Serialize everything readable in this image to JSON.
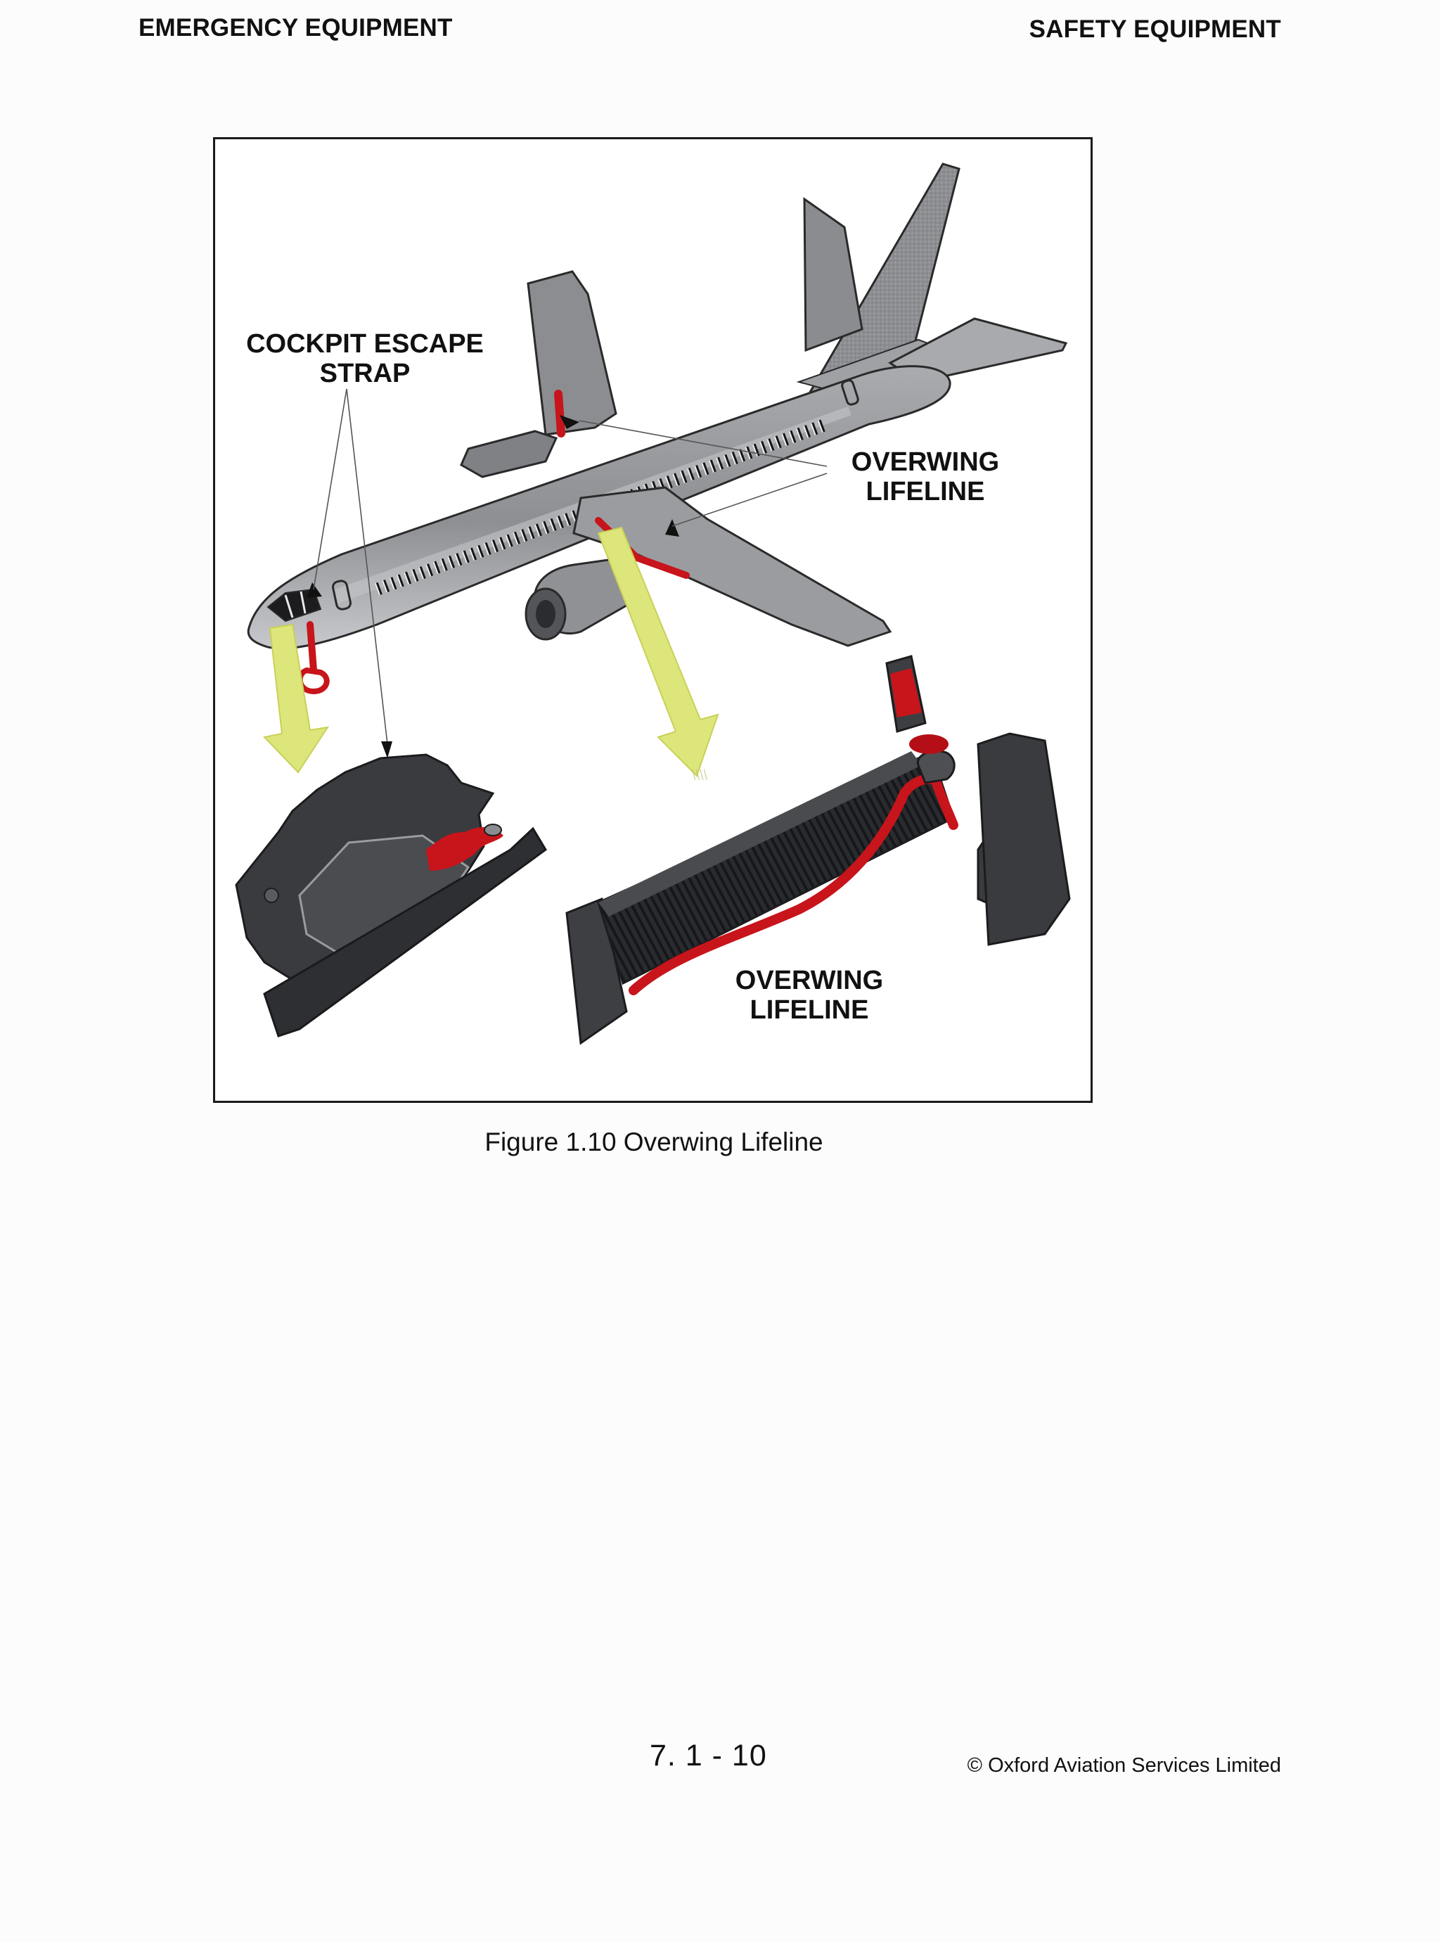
{
  "header": {
    "left_title": "EMERGENCY EQUIPMENT",
    "right_title": "SAFETY EQUIPMENT"
  },
  "figure": {
    "callouts": {
      "cockpit_escape_strap": "COCKPIT ESCAPE\nSTRAP",
      "overwing_lifeline_top": "OVERWING\nLIFELINE",
      "overwing_lifeline_bottom": "OVERWING\nLIFELINE"
    },
    "caption": "Figure 1.10 Overwing Lifeline",
    "colors": {
      "strap_red": "#c8141b",
      "arrow_yellow": "#dde67a",
      "fuselage_grey": "#8e9094",
      "fitting_dark": "#3d3e42"
    }
  },
  "footer": {
    "page_number": "7. 1 - 10",
    "copyright": "© Oxford Aviation Services Limited"
  }
}
